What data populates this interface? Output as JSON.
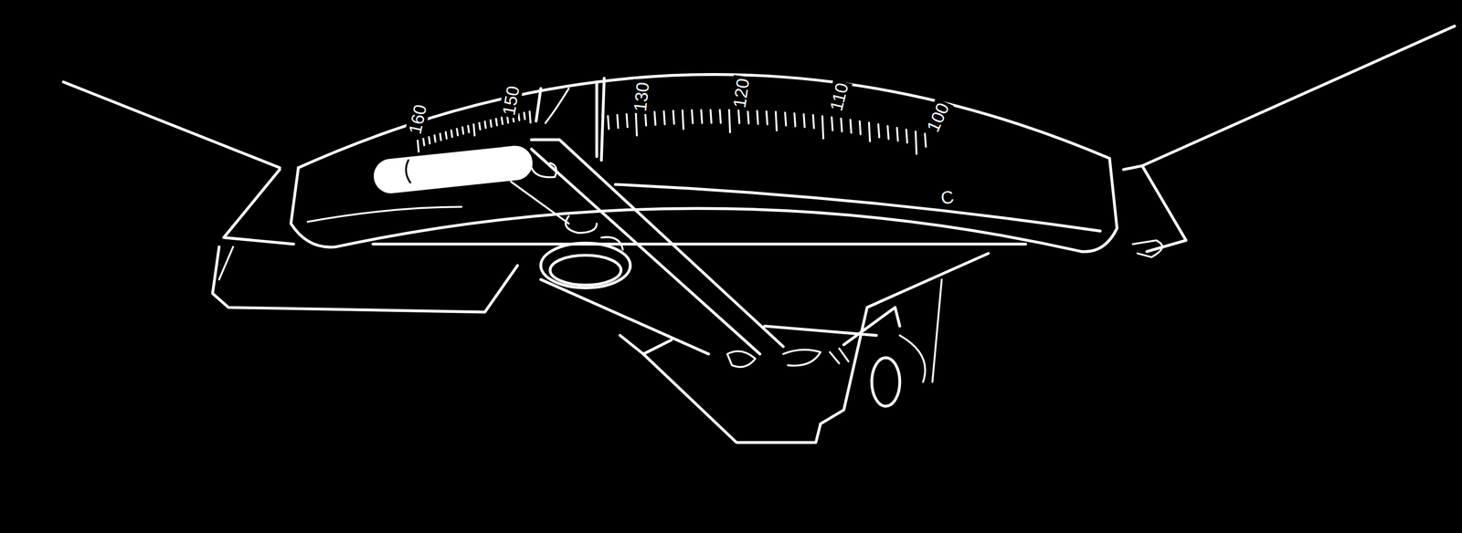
{
  "diagram": {
    "labels": [
      "160",
      "150",
      "130",
      "120",
      "110",
      "100",
      "C"
    ]
  }
}
